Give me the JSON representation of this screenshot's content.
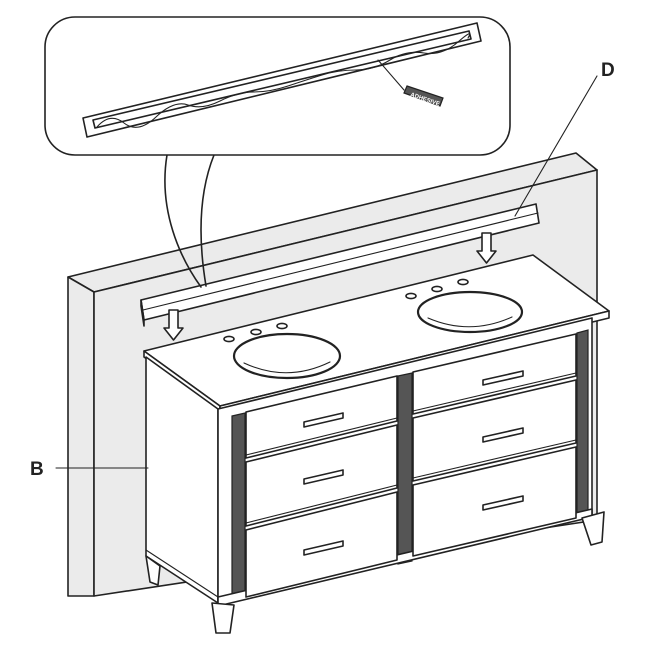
{
  "callouts": {
    "backsplash": "D",
    "cabinet": "B"
  },
  "tube_label": "ADHESIVE"
}
